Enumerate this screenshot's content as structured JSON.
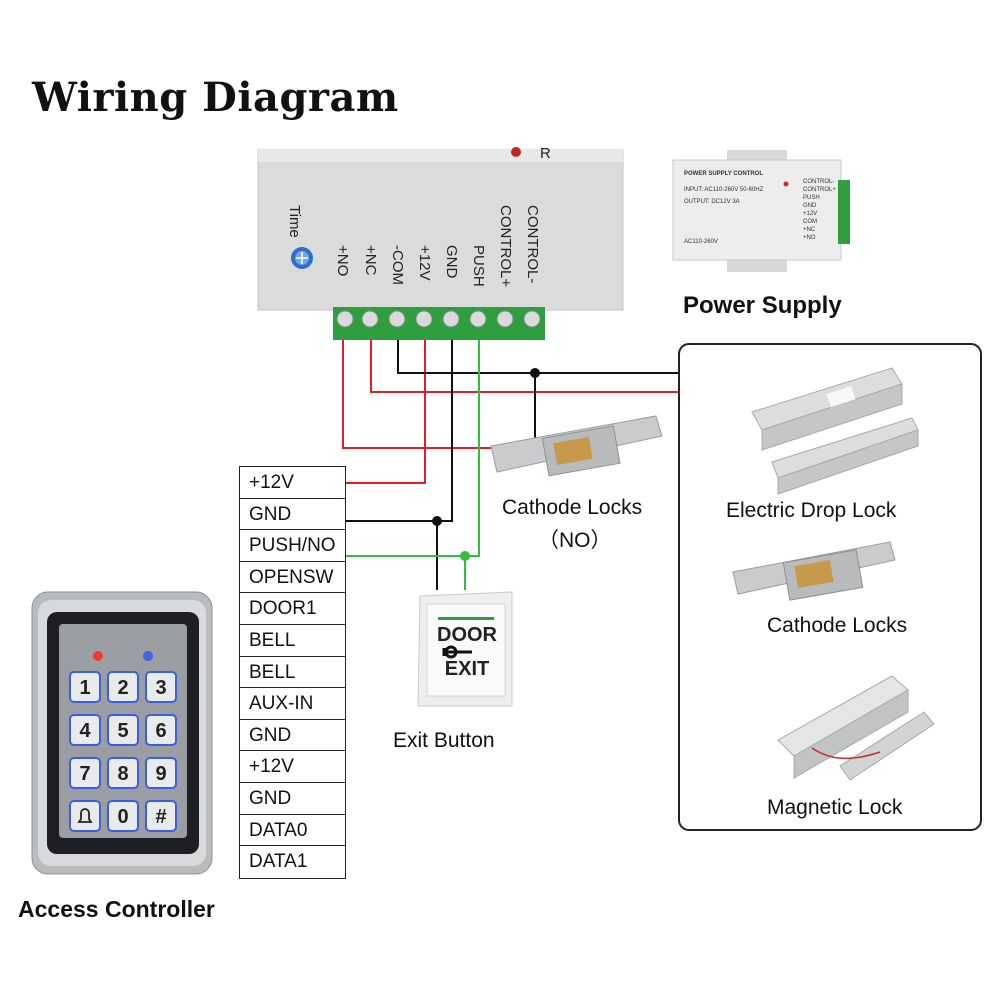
{
  "title": "Wiring Diagram",
  "controller_box": {
    "time_label": "Time",
    "terminals": [
      "+NO",
      "+NC",
      "-COM",
      "+12V",
      "GND",
      "PUSH",
      "CONTROL+",
      "CONTROL-"
    ]
  },
  "power_supply": {
    "caption": "Power Supply",
    "header": "POWER SUPPLY CONTROL",
    "input_line": "INPUT: AC110-260V 50-60HZ",
    "output_line": "OUTPUT: DC12V 3A",
    "footer": "AC110-260V",
    "labels": [
      "CONTROL-",
      "CONTROL+",
      "PUSH",
      "GND",
      "+12V",
      "COM",
      "+NC",
      "+NO"
    ]
  },
  "access_controller": {
    "caption": "Access Controller",
    "terminals": [
      "+12V",
      "GND",
      "PUSH/NO",
      "OPENSW",
      "DOOR1",
      "BELL",
      "BELL",
      "AUX-IN",
      "GND",
      "+12V",
      "GND",
      "DATA0",
      "DATA1"
    ],
    "keys": [
      "1",
      "2",
      "3",
      "4",
      "5",
      "6",
      "7",
      "8",
      "9",
      "",
      "0",
      "#"
    ]
  },
  "cathode_no": {
    "caption_line1": "Cathode Locks",
    "caption_line2": "（NO）"
  },
  "exit_button": {
    "caption": "Exit Button",
    "plate_top": "DOOR",
    "plate_bottom": "EXIT"
  },
  "lock_panel": {
    "electric_drop": "Electric Drop Lock",
    "cathode": "Cathode Locks",
    "magnetic": "Magnetic Lock"
  },
  "colors": {
    "red_wire": "#e31e24",
    "green_wire": "#2fc03a",
    "black_wire": "#111111",
    "terminal_green": "#2e9e3e"
  }
}
